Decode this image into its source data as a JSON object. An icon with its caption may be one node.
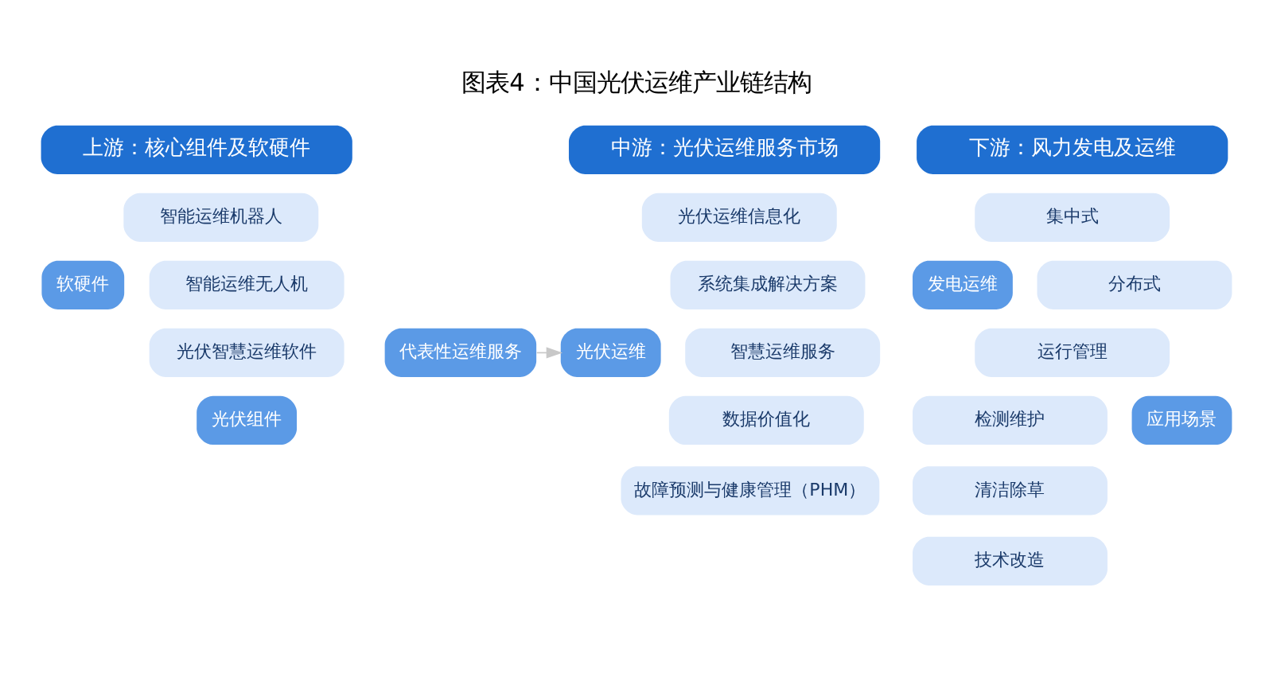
{
  "diagram": {
    "title": "图表4：中国光伏运维产业链结构",
    "nodes": [
      {
        "text": [
          "上游：核心组件及软硬件"
        ]
      },
      {
        "text": [
          "中游：光伏运维服务市场"
        ]
      },
      {
        "text": [
          "下游：风力发电及运维"
        ]
      },
      {
        "text": [
          "软硬件"
        ]
      },
      {
        "text": [
          "智能运维机器人"
        ]
      },
      {
        "text": [
          "智能运维无人机"
        ]
      },
      {
        "text": [
          "光伏智慧运维软件"
        ]
      },
      {
        "text": [
          "光伏组件"
        ]
      },
      {
        "text": [
          "代表性运维服务"
        ]
      },
      {
        "text": [
          "光伏运维信息化"
        ]
      },
      {
        "text": [
          "系统集成解决方案"
        ]
      },
      {
        "text": [
          "智慧运维服务"
        ]
      },
      {
        "text": [
          "数据价值化"
        ]
      },
      {
        "text": [
          "故障预测与健康管理（PHM）"
        ]
      },
      {
        "text": [
          "光伏运维"
        ]
      },
      {
        "text": [
          "发电运维"
        ]
      },
      {
        "text": [
          "集中式"
        ]
      },
      {
        "text": [
          "分布式"
        ]
      },
      {
        "text": [
          "应用场景"
        ]
      },
      {
        "text": [
          "运行管理"
        ]
      },
      {
        "text": [
          "检测维护"
        ]
      },
      {
        "text": [
          "清洁除草"
        ]
      },
      {
        "text": [
          "技术改造"
        ]
      }
    ],
    "edges": [
      {
        "from": 8,
        "to": 14,
        "arrow": "to",
        "color": "#c8c8c8"
      }
    ]
  }
}
